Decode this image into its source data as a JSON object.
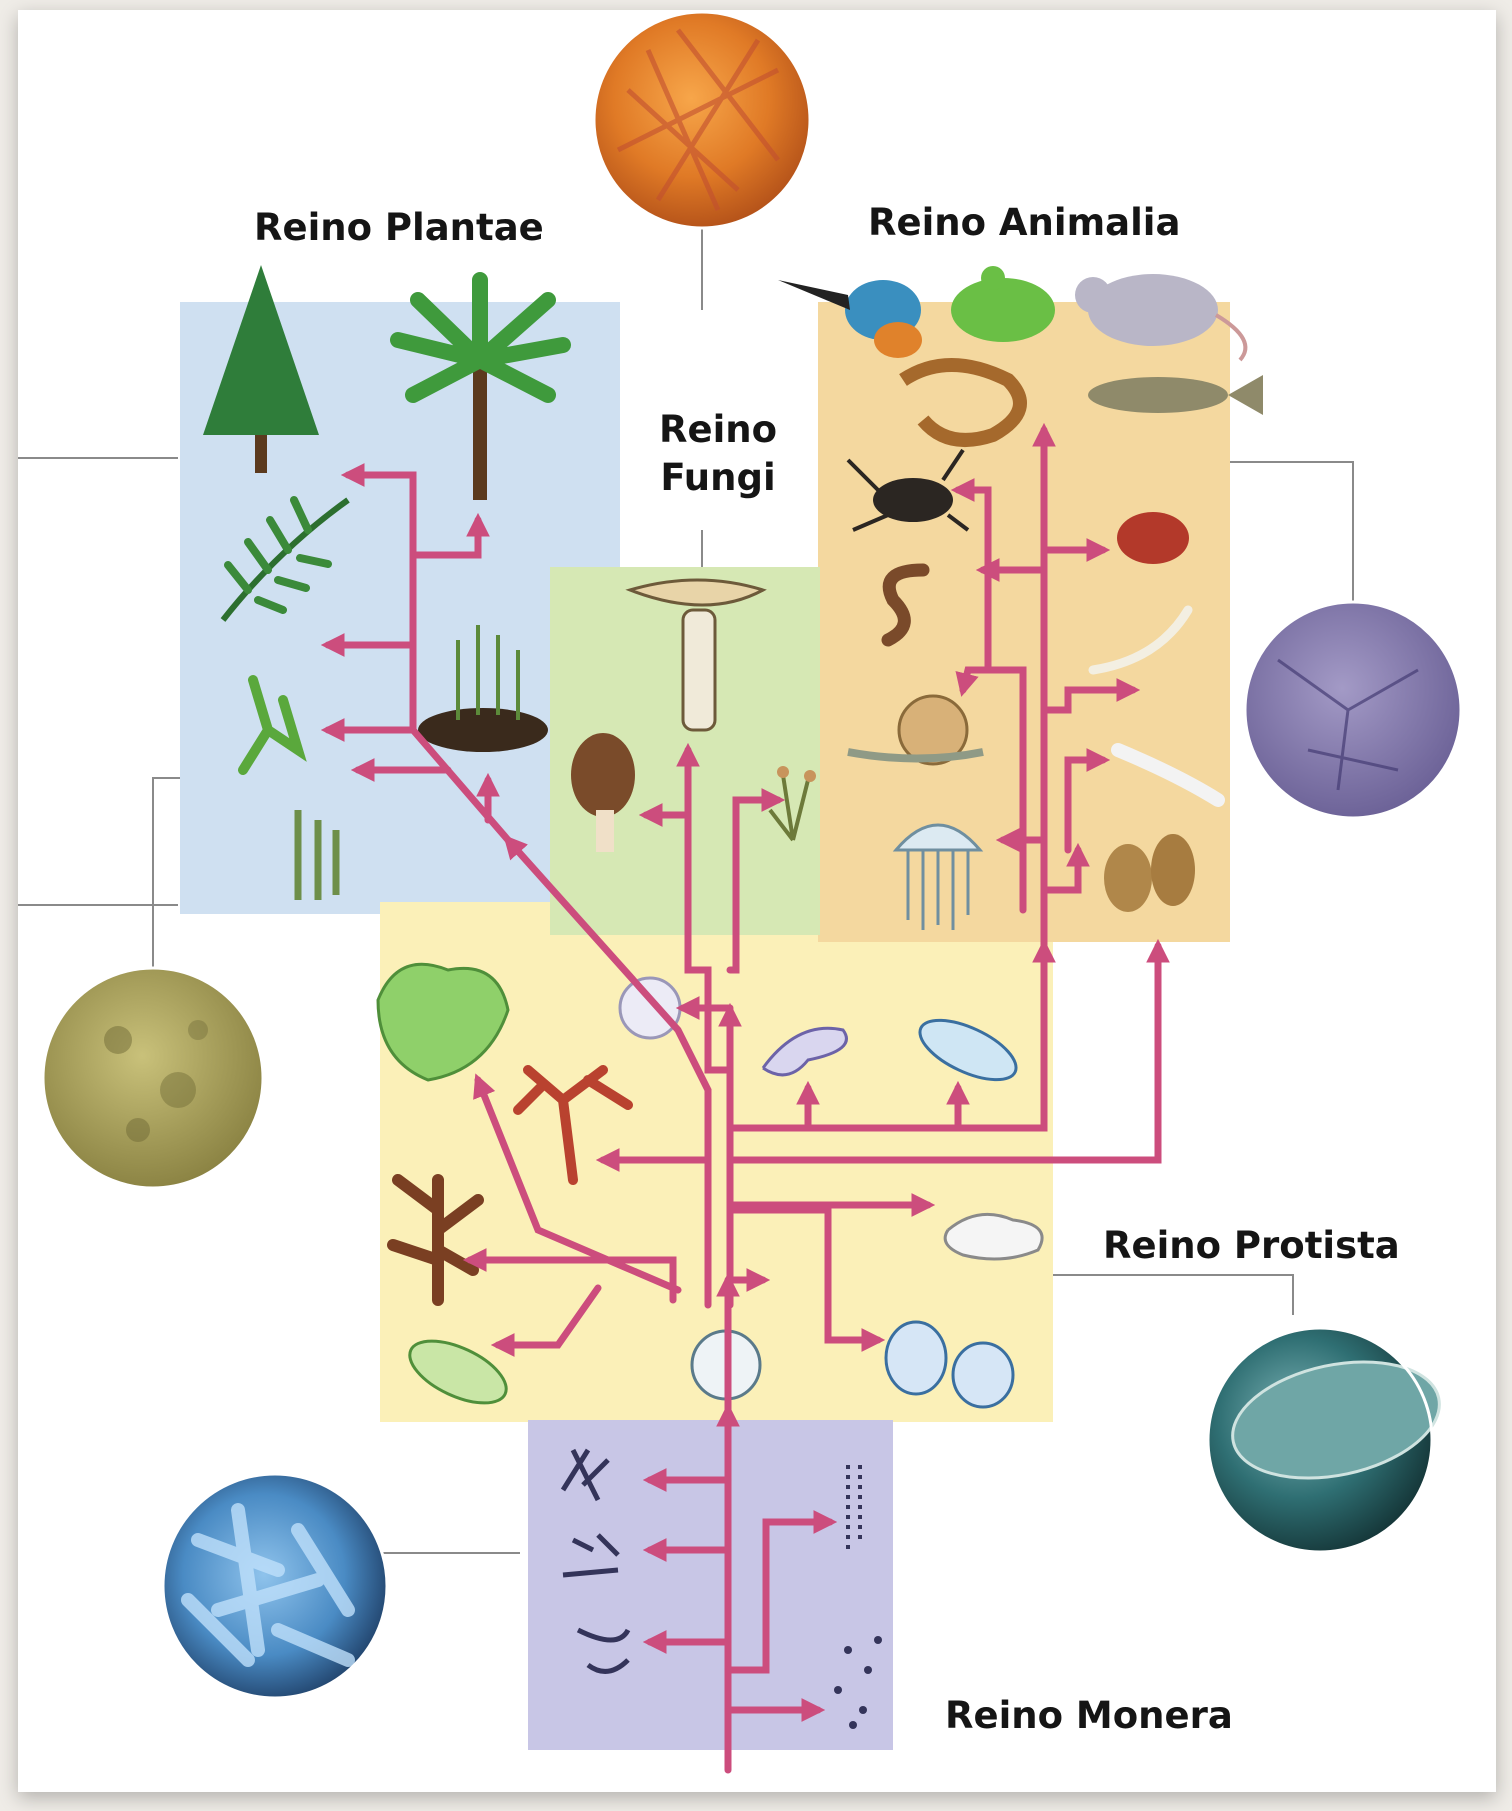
{
  "labels": {
    "plantae": "Reino Plantae",
    "animalia": "Reino Animalia",
    "fungi_line1": "Reino",
    "fungi_line2": "Fungi",
    "protista": "Reino Protista",
    "monera": "Reino Monera"
  },
  "colors": {
    "branch": "#cc4d7d",
    "plantae_panel": "#cfe0f1",
    "fungi_panel": "#d6e8b4",
    "animalia_panel": "#f4d89f",
    "protista_panel": "#fbf0b8",
    "monera_panel": "#c8c6e6",
    "connector": "#8a8a8a"
  },
  "micrographs": [
    {
      "name": "fungi-micrograph",
      "palette": "orange"
    },
    {
      "name": "animalia-micrograph",
      "palette": "violet"
    },
    {
      "name": "plantae-micrograph",
      "palette": "olive"
    },
    {
      "name": "protista-micrograph",
      "palette": "teal"
    },
    {
      "name": "monera-micrograph",
      "palette": "blue"
    }
  ]
}
